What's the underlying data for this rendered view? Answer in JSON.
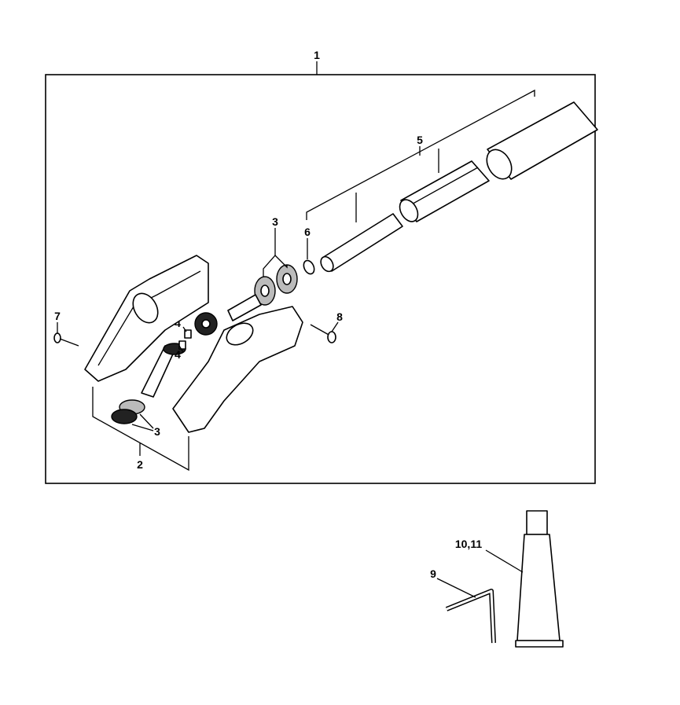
{
  "diagram": {
    "labels": {
      "assembly": "1",
      "gear_housing": "2",
      "bearing_upper": "3",
      "bearing_lower": "3",
      "plug_upper": "4",
      "plug_lower": "4",
      "drive_tube": "5",
      "circlip": "6",
      "screw_left": "7",
      "screw_right": "8",
      "hex_key": "9",
      "grease_tube": "10,11"
    }
  }
}
